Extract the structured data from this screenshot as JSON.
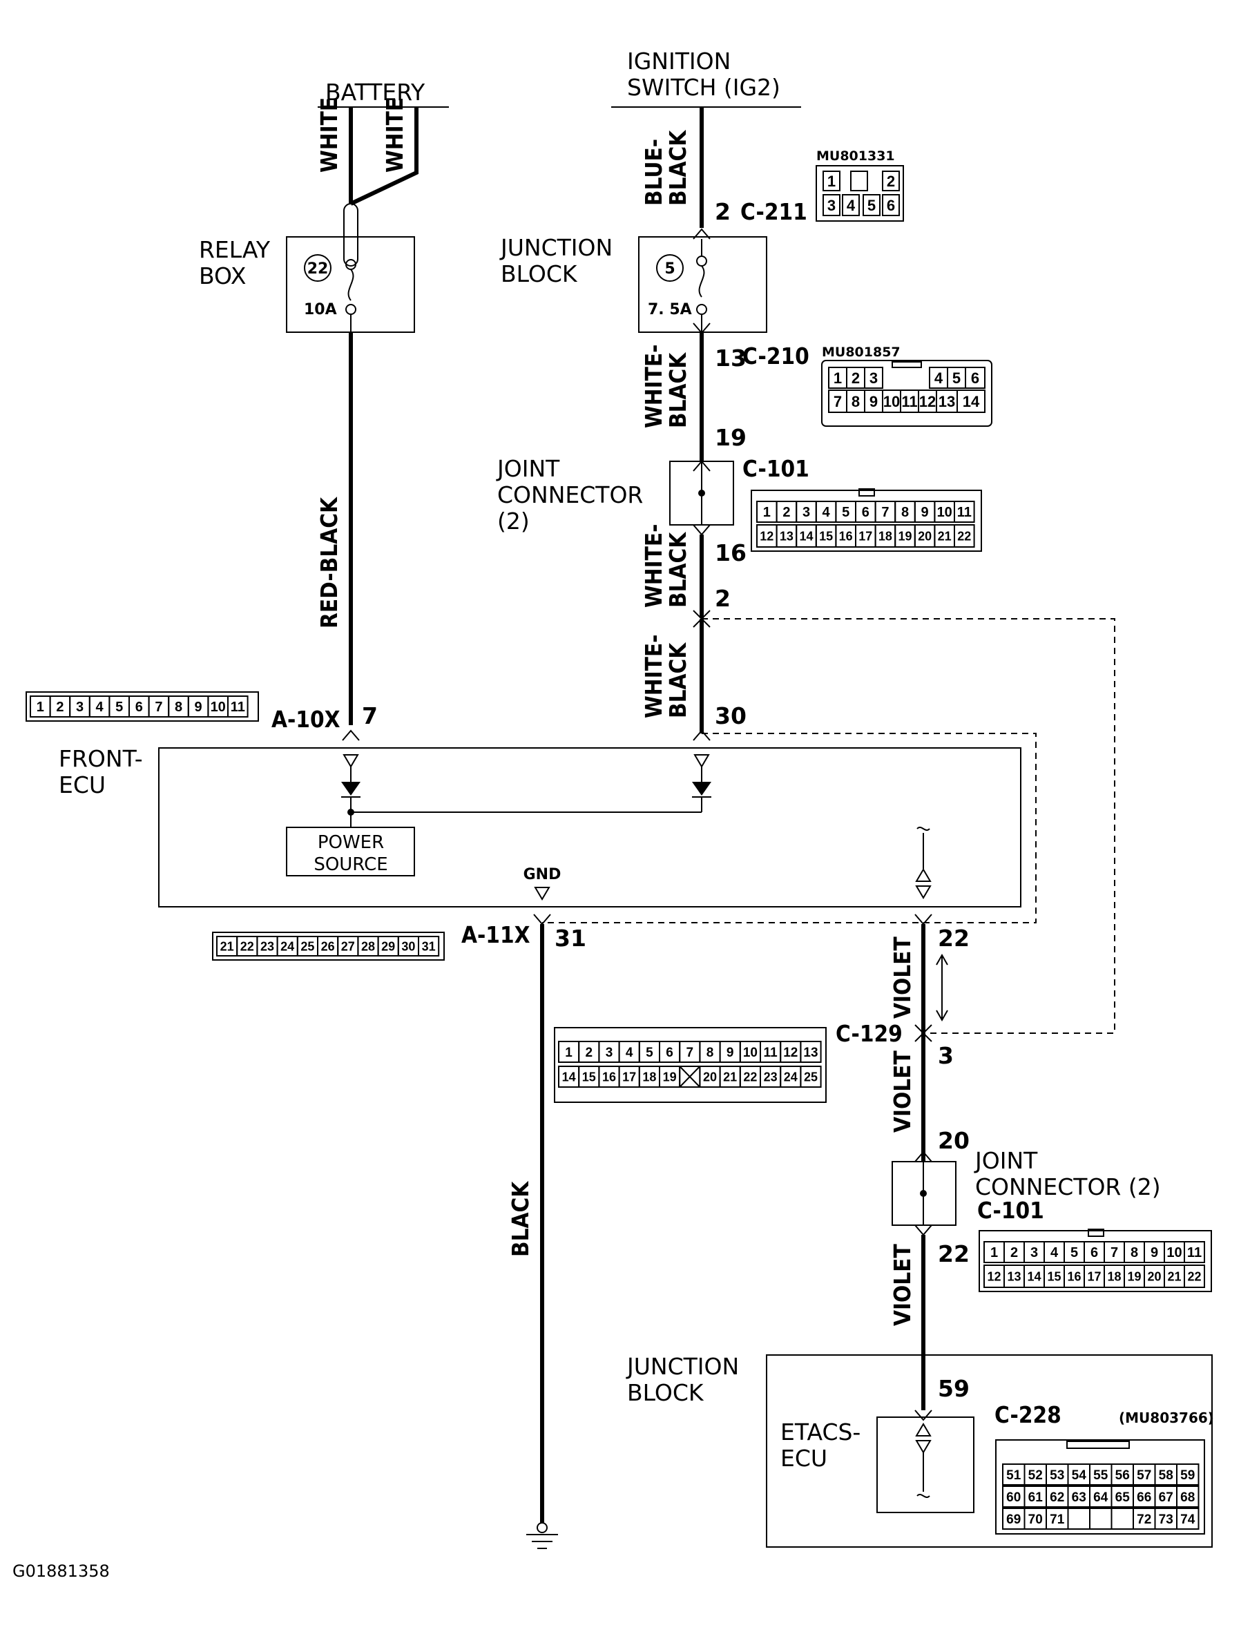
{
  "sources": {
    "battery": "BATTERY",
    "ignition_line1": "IGNITION",
    "ignition_line2": "SWITCH (IG2)"
  },
  "relay_box": {
    "label_line1": "RELAY",
    "label_line2": "BOX",
    "fuse_no": "22",
    "fuse_rating": "10A"
  },
  "junction_block_top": {
    "label_line1": "JUNCTION",
    "label_line2": "BLOCK",
    "fuse_no": "5",
    "fuse_rating": "7. 5A"
  },
  "joint_connector_top": {
    "label_line1": "JOINT",
    "label_line2": "CONNECTOR",
    "label_line3": "(2)"
  },
  "front_ecu": {
    "label_line1": "FRONT-",
    "label_line2": "ECU",
    "power_line1": "POWER",
    "power_line2": "SOURCE",
    "gnd": "GND"
  },
  "joint_connector_bottom": {
    "label_line1": "JOINT",
    "label_line2": "CONNECTOR (2)"
  },
  "junction_block_bottom": {
    "label_line1": "JUNCTION",
    "label_line2": "BLOCK"
  },
  "etacs": {
    "label_line1": "ETACS-",
    "label_line2": "ECU"
  },
  "wire_colors": {
    "white_a": "WHITE",
    "white_b": "WHITE",
    "red_black": "RED-BLACK",
    "blue_black_1": "BLUE-",
    "blue_black_2": "BLACK",
    "wb1_1": "WHITE-",
    "wb1_2": "BLACK",
    "wb2_1": "WHITE-",
    "wb2_2": "BLACK",
    "wb3_1": "WHITE-",
    "wb3_2": "BLACK",
    "black": "BLACK",
    "violet_1": "VIOLET",
    "violet_2": "VIOLET",
    "violet_3": "VIOLET"
  },
  "connectors": {
    "c211": "C-211",
    "c210": "C-210",
    "c101_top": "C-101",
    "a10x": "A-10X",
    "a11x": "A-11X",
    "c129": "C-129",
    "c101_bottom": "C-101",
    "c228": "C-228"
  },
  "pins": {
    "p2_c211": "2",
    "p13": "13",
    "p19": "19",
    "p16": "16",
    "p2_split": "2",
    "p30": "30",
    "p7": "7",
    "p31": "31",
    "p22_ecu": "22",
    "p3": "3",
    "p20": "20",
    "p22_jc": "22",
    "p59": "59"
  },
  "part_numbers": {
    "mu801331": "MU801331",
    "mu801857": "MU801857",
    "mu803766": "(MU803766)"
  },
  "connector_faces": {
    "mu801331_row1": [
      "1",
      "",
      "2"
    ],
    "mu801331_row2": [
      "3",
      "4",
      "5",
      "6"
    ],
    "mu801857_row1": [
      "1",
      "2",
      "3",
      "4",
      "5",
      "6"
    ],
    "mu801857_row2": [
      "7",
      "8",
      "9",
      "10",
      "11",
      "12",
      "13",
      "14"
    ],
    "c101_row1": [
      "1",
      "2",
      "3",
      "4",
      "5",
      "6",
      "7",
      "8",
      "9",
      "10",
      "11"
    ],
    "c101_row2": [
      "12",
      "13",
      "14",
      "15",
      "16",
      "17",
      "18",
      "19",
      "20",
      "21",
      "22"
    ],
    "a10x_row": [
      "1",
      "2",
      "3",
      "4",
      "5",
      "6",
      "7",
      "8",
      "9",
      "10",
      "11"
    ],
    "a11x_row": [
      "21",
      "22",
      "23",
      "24",
      "25",
      "26",
      "27",
      "28",
      "29",
      "30",
      "31"
    ],
    "c129_row1": [
      "1",
      "2",
      "3",
      "4",
      "5",
      "6",
      "7",
      "8",
      "9",
      "10",
      "11",
      "12",
      "13"
    ],
    "c129_row2": [
      "14",
      "15",
      "16",
      "17",
      "18",
      "19",
      "",
      "20",
      "21",
      "22",
      "23",
      "24",
      "25"
    ],
    "c228_row1": [
      "51",
      "52",
      "53",
      "54",
      "55",
      "56",
      "57",
      "58",
      "59"
    ],
    "c228_row2": [
      "60",
      "61",
      "62",
      "63",
      "64",
      "65",
      "66",
      "67",
      "68"
    ],
    "c228_row3": [
      "69",
      "70",
      "71",
      "",
      "",
      "",
      "72",
      "73",
      "74"
    ]
  },
  "figure_id": "G01881358"
}
